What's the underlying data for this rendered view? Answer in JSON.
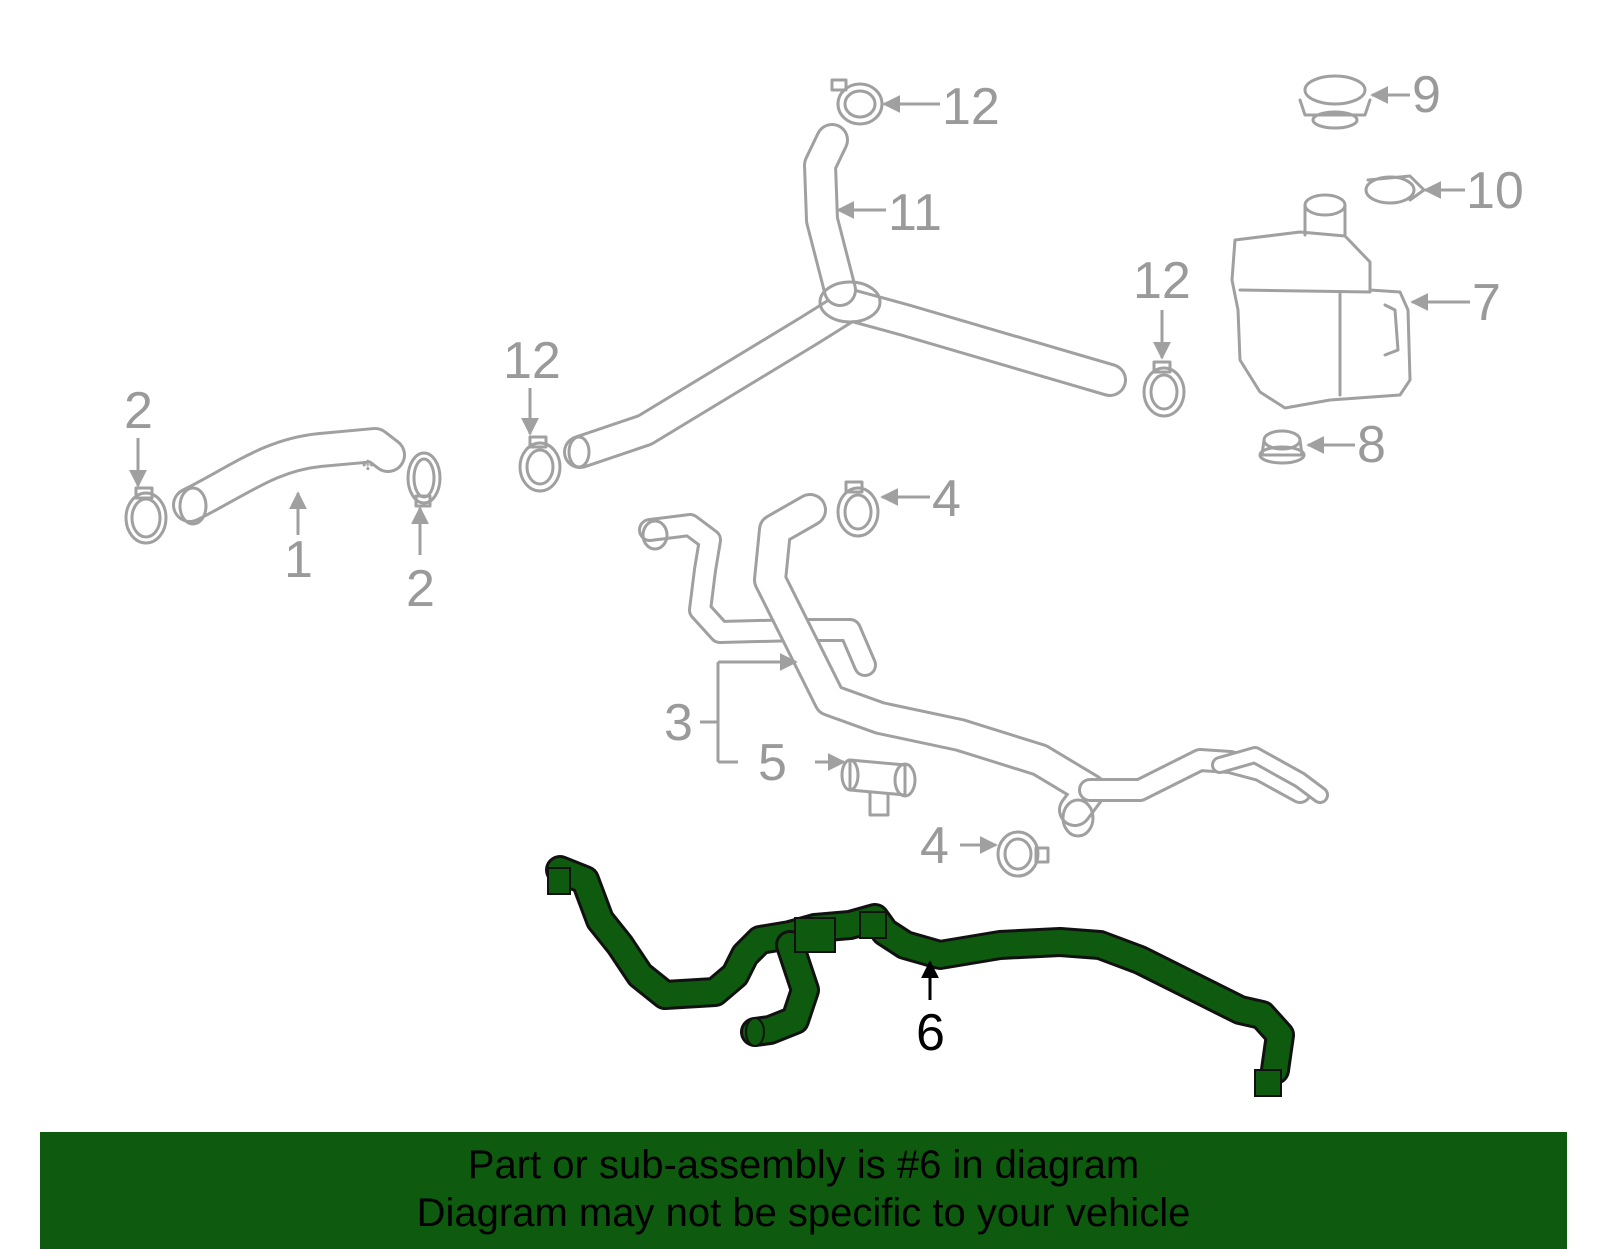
{
  "colors": {
    "highlight": "#0e5a0e",
    "part_line": "#a0a0a0",
    "callout_text": "#9a9a9a",
    "banner_background": "#0e5a0e"
  },
  "callouts": {
    "c1": "1",
    "c2a": "2",
    "c2b": "2",
    "c3": "3",
    "c4a": "4",
    "c4b": "4",
    "c5": "5",
    "c6": "6",
    "c7": "7",
    "c8": "8",
    "c9": "9",
    "c10": "10",
    "c11": "11",
    "c12a": "12",
    "c12b": "12",
    "c12c": "12"
  },
  "banner": {
    "line1": "Part or sub-assembly is #6 in diagram",
    "line2": "Diagram may not be specific to your vehicle"
  }
}
